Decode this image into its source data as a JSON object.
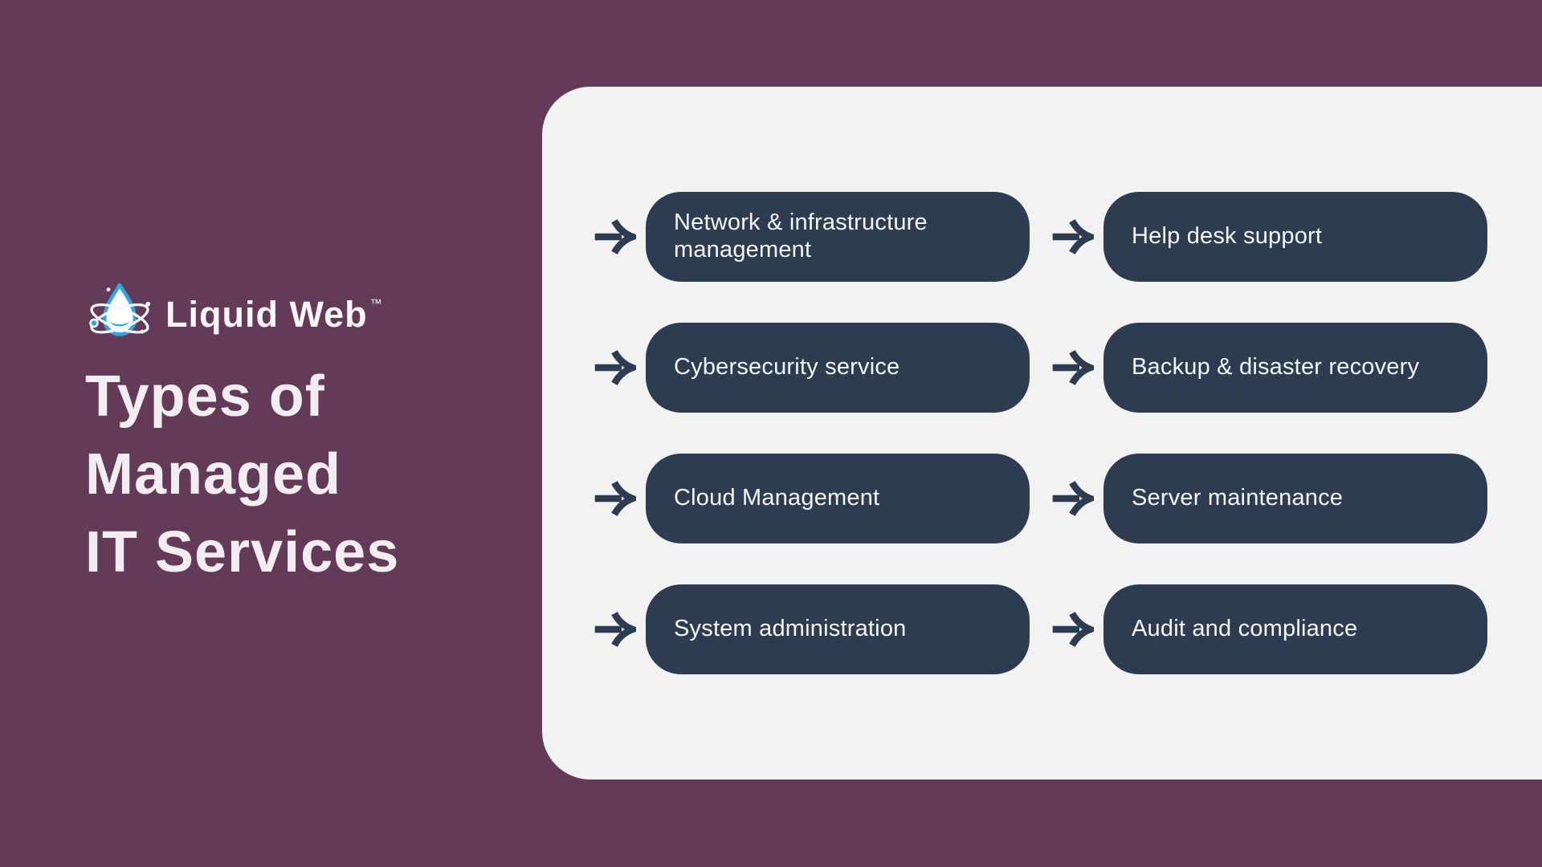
{
  "theme": {
    "bg": "#643a59",
    "panel": "#f2f2f2",
    "navy": "#2d3c50",
    "pill_text": "#f4f6f8",
    "title_text": "#f2edf1",
    "logo_blue": "#2fa8e0",
    "logo_white": "#faf6f9"
  },
  "logo": {
    "brand": "Liquid Web",
    "trademark": "™",
    "icon": "liquid-web-droplet-atom"
  },
  "title": {
    "lines": [
      "Types of",
      "Managed",
      "IT Services"
    ]
  },
  "services": {
    "icon": "arrow-right-icon",
    "items": [
      {
        "label": "Network & infrastructure management"
      },
      {
        "label": "Help desk support"
      },
      {
        "label": "Cybersecurity service"
      },
      {
        "label": "Backup & disaster recovery"
      },
      {
        "label": "Cloud Management"
      },
      {
        "label": "Server maintenance"
      },
      {
        "label": "System administration"
      },
      {
        "label": "Audit and compliance"
      }
    ]
  }
}
